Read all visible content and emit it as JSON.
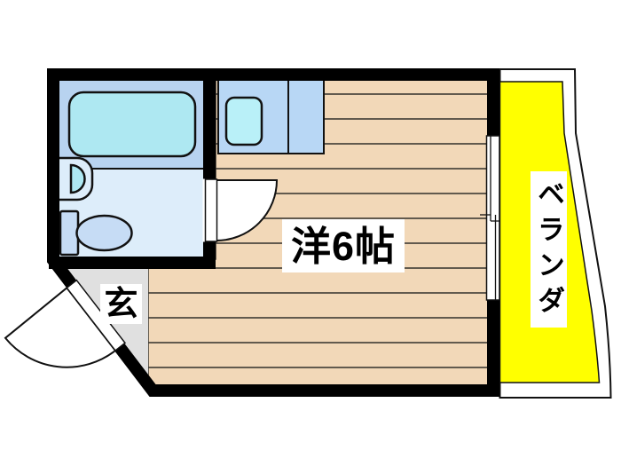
{
  "plan": {
    "type": "apartment-floorplan",
    "labels": {
      "main_room": "洋6帖",
      "balcony": "ベランダ",
      "entrance": "玄"
    },
    "rooms": [
      {
        "name": "western-room",
        "label": "洋6帖",
        "size_tatami": 6,
        "floor": "wood"
      },
      {
        "name": "balcony",
        "label": "ベランダ",
        "floor": "yellow"
      },
      {
        "name": "entrance",
        "label": "玄",
        "floor": "gray"
      },
      {
        "name": "unit-bathroom",
        "floor": "blue"
      }
    ],
    "fixtures": [
      "bathtub",
      "washbasin",
      "toilet",
      "kitchen-counter",
      "kitchen-sink",
      "sliding-window",
      "entrance-door",
      "bathroom-door"
    ],
    "colors": {
      "wall": "#000000",
      "outline": "#111111",
      "wood_floor": "#f2d8b8",
      "plank_line": "#33302a",
      "entrance_floor": "#e0e0e0",
      "bathroom_wet_bg": "#b8d3f0",
      "bathroom_dry_bg": "#ddedfa",
      "fixture_fill": "#c6dcf5",
      "water_fill": "#aee8f2",
      "counter_fill": "#b8d7f5",
      "counter_sink_fill": "#b9f0f8",
      "balcony_fill": "#ffff00",
      "label_bg": "#ffffff",
      "label_text": "#000000"
    }
  }
}
